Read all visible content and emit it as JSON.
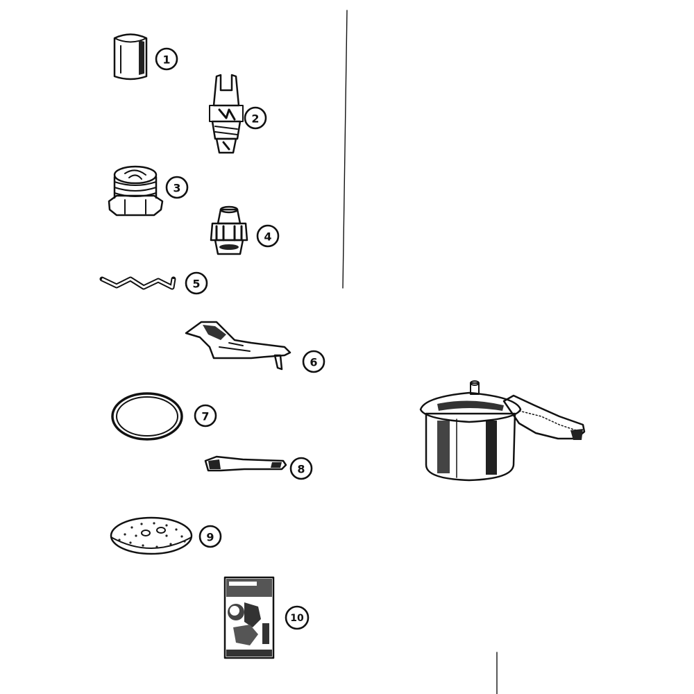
{
  "diagram": {
    "parts": [
      {
        "id": "1",
        "label": "1"
      },
      {
        "id": "2",
        "label": "2"
      },
      {
        "id": "3",
        "label": "3"
      },
      {
        "id": "4",
        "label": "4"
      },
      {
        "id": "5",
        "label": "5"
      },
      {
        "id": "6",
        "label": "6"
      },
      {
        "id": "7",
        "label": "7"
      },
      {
        "id": "8",
        "label": "8"
      },
      {
        "id": "9",
        "label": "9"
      },
      {
        "id": "10",
        "label": "10"
      }
    ],
    "assembly": "pressure-cooker"
  }
}
